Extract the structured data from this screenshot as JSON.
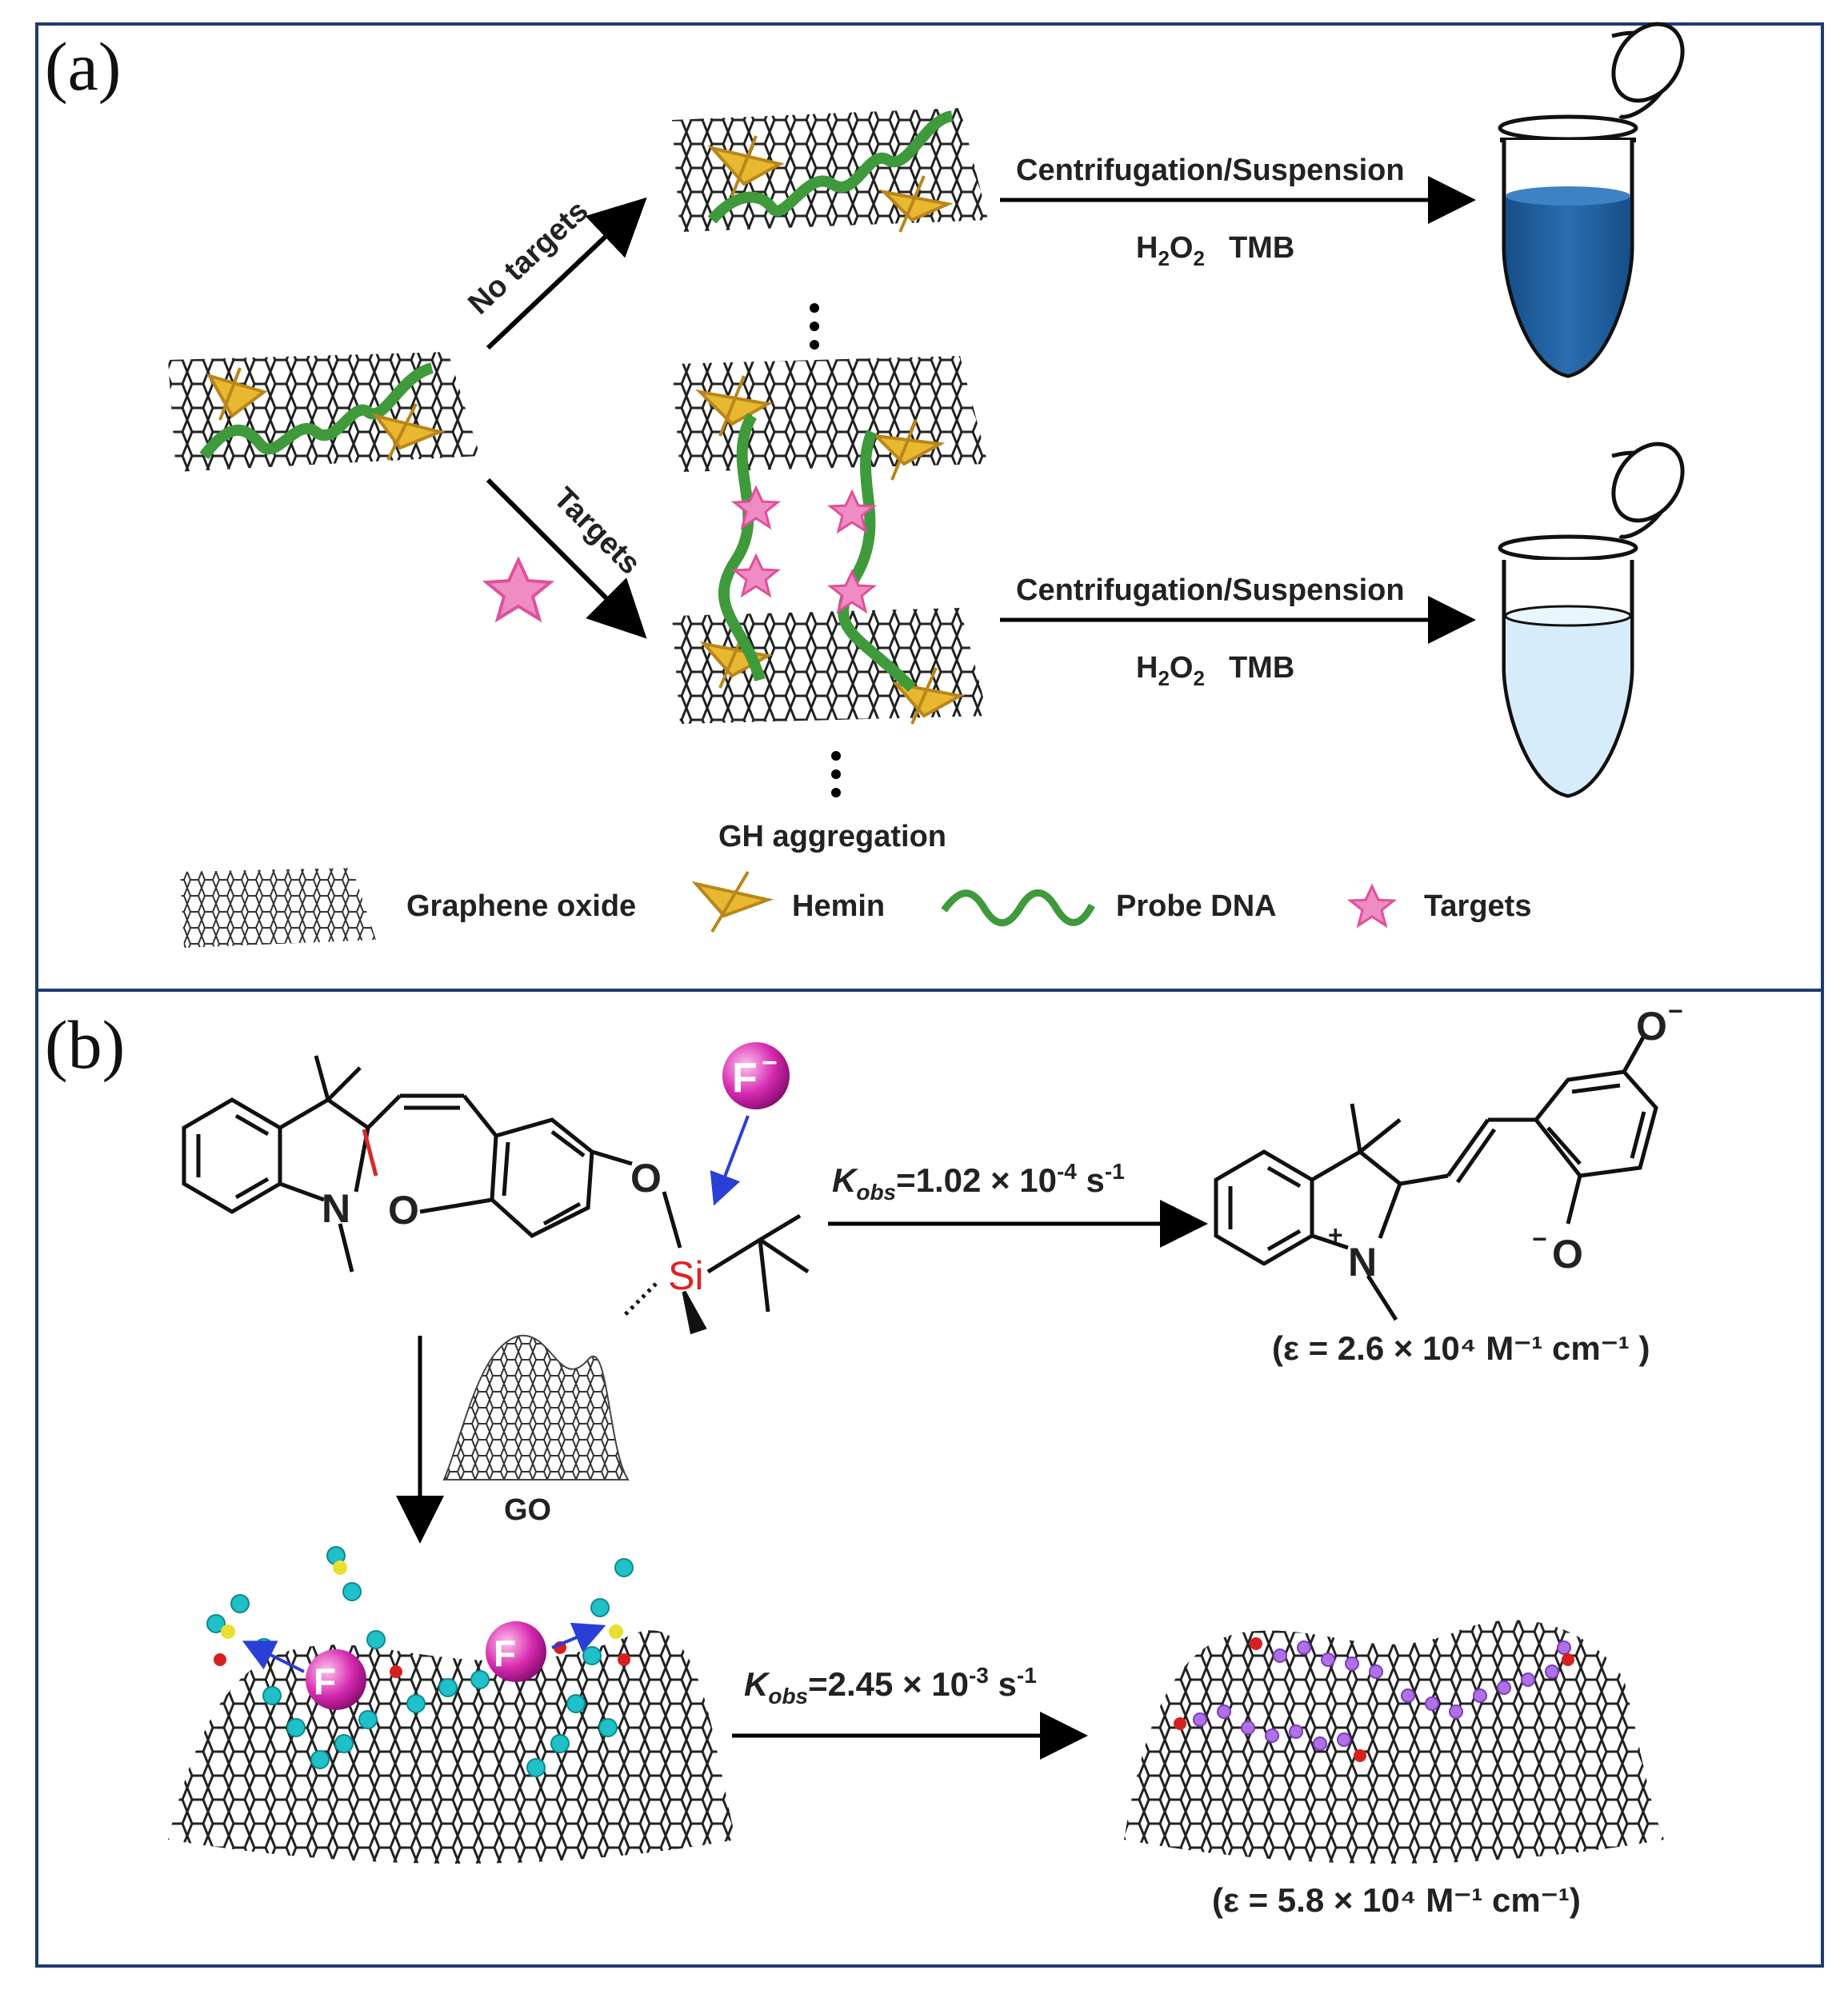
{
  "panel_a": {
    "label": "(a)",
    "branch_top": "No targets",
    "branch_bottom": "Targets",
    "step_top": {
      "line1": "Centrifugation/Suspension",
      "reagent1": "H",
      "sub1": "2",
      "reagent1b": "O",
      "sub1b": "2",
      "reagent2": "TMB"
    },
    "step_bottom": {
      "line1": "Centrifugation/Suspension",
      "reagent1": "H",
      "sub1": "2",
      "reagent1b": "O",
      "sub1b": "2",
      "reagent2": "TMB"
    },
    "aggregation": "GH aggregation",
    "legend": {
      "graphene": "Graphene oxide",
      "hemin": "Hemin",
      "probe": "Probe DNA",
      "targets": "Targets"
    },
    "colors": {
      "tube_top": "#1f5fa0",
      "tube_bottom": "#d6ecfa",
      "dna": "#3f9a3c",
      "hemin": "#e8b830",
      "target": "#e0509a"
    }
  },
  "panel_b": {
    "label": "(b)",
    "rate_top": {
      "k": "K",
      "sub": "obs",
      "text": "=1.02 × 10",
      "exp": "-4",
      "unit": " s",
      "unit_exp": "-1"
    },
    "rate_bottom": {
      "k": "K",
      "sub": "obs",
      "text": "=2.45 × 10",
      "exp": "-3",
      "unit": " s",
      "unit_exp": "-1"
    },
    "eps_top": "(ε = 2.6 × 10⁴ M⁻¹ cm⁻¹ )",
    "eps_bottom": "(ε = 5.8 × 10⁴ M⁻¹ cm⁻¹)",
    "go_label": "GO",
    "fluoride": "F",
    "fluoride_charge": "−",
    "atoms": {
      "n": "N",
      "o": "O",
      "si": "Si",
      "o_minus": "O",
      "n_plus": "N",
      "plus": "+",
      "minus": "−"
    }
  }
}
